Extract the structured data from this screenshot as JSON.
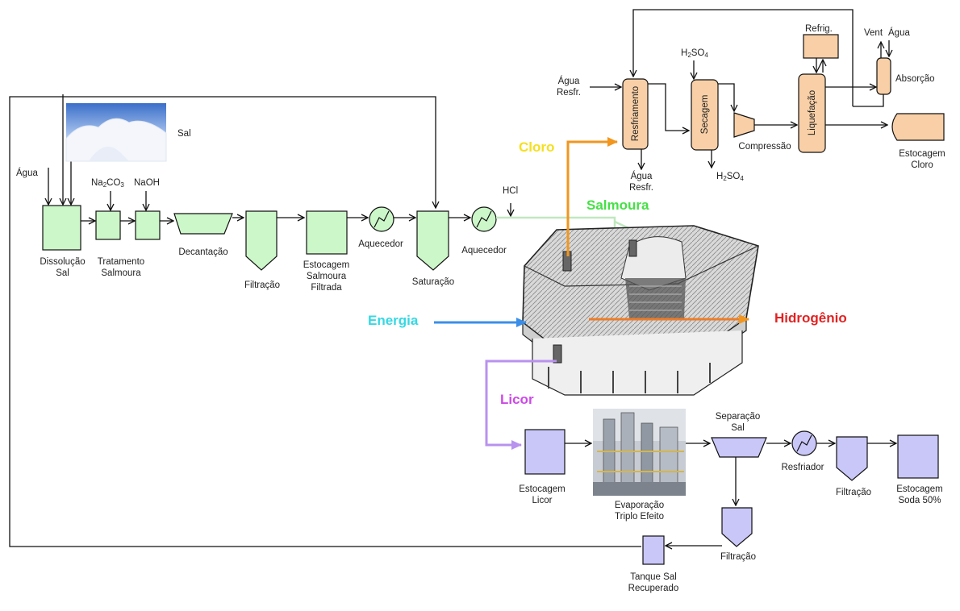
{
  "colors": {
    "brine_fill": "#ccf7c9",
    "chlorine_fill": "#f8cfa6",
    "liquor_fill": "#c9c6f8",
    "line": "#111111",
    "cloro": "#f4e01e",
    "cloro_arrow": "#f2961e",
    "salmoura": "#46e046",
    "energia": "#36d8e4",
    "energia_arrow": "#3b8ee8",
    "hidrogenio": "#e22222",
    "hidrogenio_arrow": "#ef7c28",
    "licor": "#cc4ae6",
    "licor_arrow": "#b892ee"
  },
  "streams": {
    "cloro": "Cloro",
    "salmoura": "Salmoura",
    "energia": "Energia",
    "hidrogenio": "Hidrogênio",
    "licor": "Licor"
  },
  "labels": {
    "sal": "Sal",
    "agua": "Água",
    "na2co3_main": "Na",
    "na2co3_sub": "2",
    "na2co3_tail": "CO",
    "na2co3_sub2": "3",
    "naoh": "NaOH",
    "dissolucao": "Dissolução",
    "dissolucao_2": "Sal",
    "tratamento": "Tratamento",
    "tratamento_2": "Salmoura",
    "decantacao": "Decantação",
    "filtracao_1": "Filtração",
    "estocagem_salmoura_1": "Estocagem",
    "estocagem_salmoura_2": "Salmoura",
    "estocagem_salmoura_3": "Filtrada",
    "aquecedor_1": "Aquecedor",
    "saturacao": "Saturação",
    "aquecedor_2": "Aquecedor",
    "hcl": "HCl",
    "agua_resfr_in_1": "Água",
    "agua_resfr_in_2": "Resfr.",
    "agua_resfr_out_1": "Água",
    "agua_resfr_out_2": "Resfr.",
    "resfriamento": "Resfriamento",
    "h2so4_in": "H",
    "h2so4_in_sub": "2",
    "h2so4_in_tail": "SO",
    "h2so4_in_sub2": "4",
    "secagem": "Secagem",
    "h2so4_out": "H",
    "h2so4_out_sub": "2",
    "h2so4_out_tail": "SO",
    "h2so4_out_sub2": "4",
    "compressao": "Compressão",
    "liquefacao": "Liquefação",
    "refrig": "Refrig.",
    "vent": "Vent",
    "agua_top": "Água",
    "absorcao": "Absorção",
    "estocagem_cloro_1": "Estocagem",
    "estocagem_cloro_2": "Cloro",
    "estocagem_licor_1": "Estocagem",
    "estocagem_licor_2": "Licor",
    "evaporacao_1": "Evaporação",
    "evaporacao_2": "Triplo Efeito",
    "separacao_1": "Separação",
    "separacao_2": "Sal",
    "resfriador": "Resfriador",
    "filtracao_2": "Filtração",
    "estocagem_soda_1": "Estocagem",
    "estocagem_soda_2": "Soda 50%",
    "filtracao_3": "Filtração",
    "tanque_1": "Tanque Sal",
    "tanque_2": "Recuperado"
  }
}
